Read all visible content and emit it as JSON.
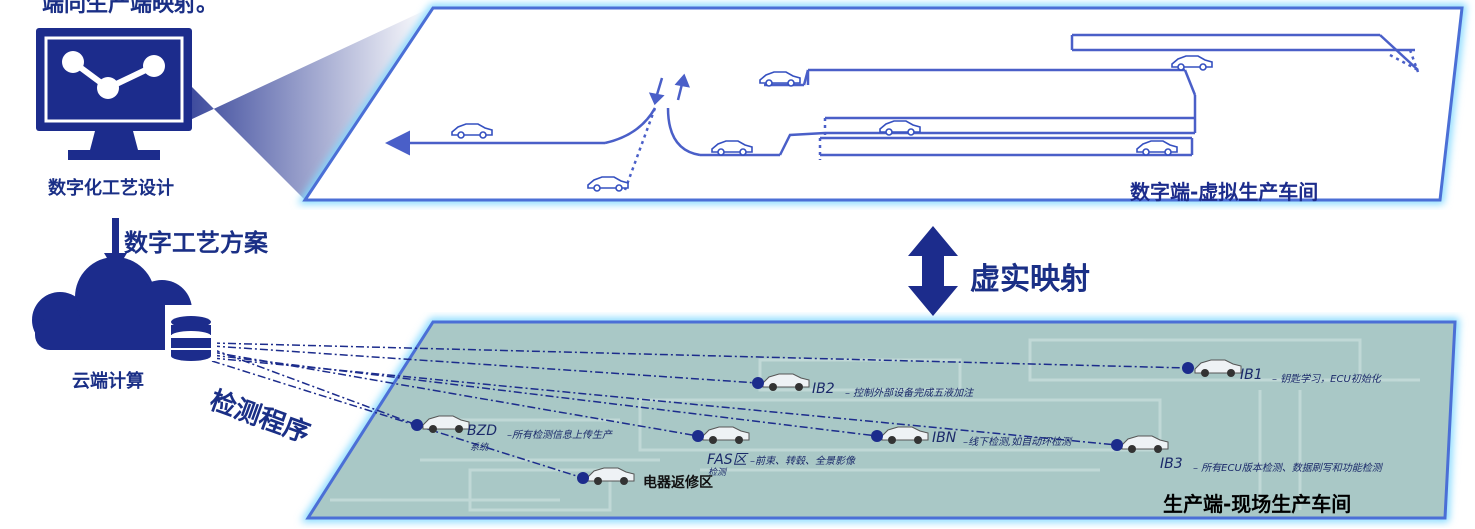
{
  "top_text": "端同生产端映射。",
  "design_label": "数字化工艺设计",
  "plan_label": "数字工艺方案",
  "cloud_label": "云端计算",
  "detect_label": "检测程序",
  "mapping_label": "虚实映射",
  "digital_panel_title": "数字端-虚拟生产车间",
  "physical_panel_title": "生产端-现场生产车间",
  "stations": [
    {
      "code": "IB1",
      "desc": "– 钥匙学习，ECU初始化"
    },
    {
      "code": "IB2",
      "desc": "– 控制外部设备完成五液加注"
    },
    {
      "code": "IBN",
      "desc": "–线下检测,如自动环检测"
    },
    {
      "code": "IB3",
      "desc": "– 所有ECU版本检测、数据刷写和功能检测"
    },
    {
      "code": "BZD",
      "desc": "–所有检测信息上传生产",
      "desc2": "系统"
    },
    {
      "code": "FAS区",
      "desc": "–前束、转毂、全景影像",
      "desc2": "检测"
    }
  ],
  "repair_label": "电器返修区",
  "colors": {
    "primary": "#1c2c8c",
    "line": "#4a5fc8",
    "glow": "#6fd3ff",
    "floor": "#a9c8c6"
  }
}
